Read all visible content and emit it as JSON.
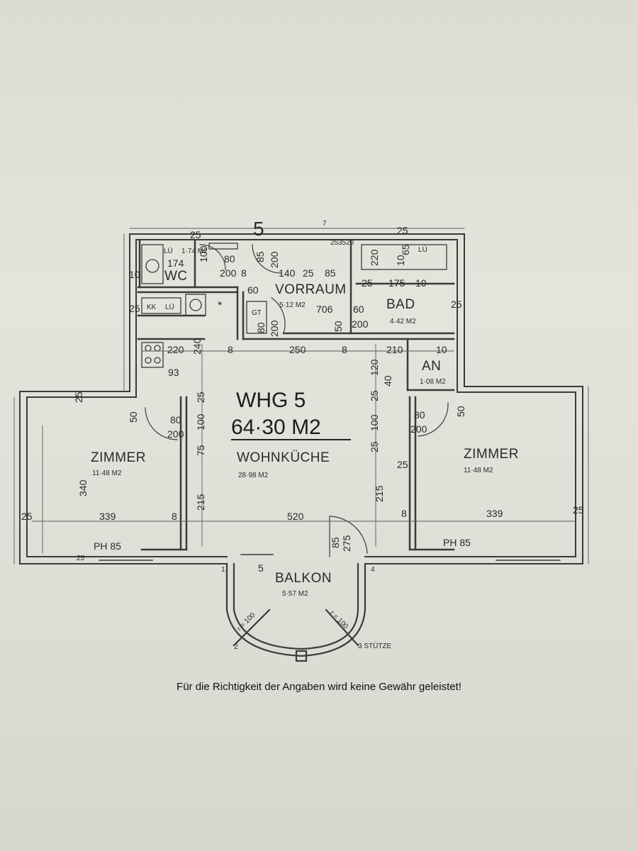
{
  "plan": {
    "stair_number": "5",
    "unit_title": "WHG 5",
    "unit_area": "64·30 M2",
    "rooms": {
      "wc": {
        "name": "WC",
        "area": "1·74 M2",
        "fixture": "LÜ"
      },
      "vorraum": {
        "name": "VORRAUM",
        "area": "5·12 M2"
      },
      "bad": {
        "name": "BAD",
        "area": "4·42 M2",
        "fixture": "LÜ"
      },
      "an": {
        "name": "AN",
        "area": "1·08 M2"
      },
      "wohnkueche": {
        "name": "WOHNKÜCHE",
        "area": "28·98 M2"
      },
      "zimmer_left": {
        "name": "ZIMMER",
        "area": "11·48 M2"
      },
      "zimmer_right": {
        "name": "ZIMMER",
        "area": "11·48 M2"
      },
      "balkon": {
        "name": "BALKON",
        "area": "5·57 M2"
      }
    },
    "fixtures": {
      "gt": "GT",
      "kk": "KK",
      "lu": "LÜ",
      "star": "*"
    },
    "dims": {
      "top_25": "25",
      "top_7": "7",
      "top_25b": "25",
      "top_35": "35",
      "top_20": "20",
      "top_25c": "25",
      "wc_174": "174",
      "wc_100": "100",
      "wc_10": "10",
      "wc_25": "25",
      "d80_200_a1": "80",
      "d80_200_a2": "200",
      "d8": "8",
      "d85_200_1": "85",
      "d85_200_2": "200",
      "d140": "140",
      "d25a": "25",
      "d85": "85",
      "d60a": "60",
      "d706": "706",
      "d60b": "60",
      "d80_200_b1": "80",
      "d80_200_b2": "200",
      "d50": "50",
      "d200": "200",
      "bad_220": "220",
      "bad_10": "10",
      "bad_65": "65",
      "bad_25": "25",
      "bad_175": "175",
      "bad_10b": "10",
      "right_25": "25",
      "k220": "220",
      "k240": "240",
      "k8a": "8",
      "k250": "250",
      "k8b": "8",
      "k210": "210",
      "k10": "10",
      "k93": "93",
      "k120": "120",
      "k40": "40",
      "k25left": "25",
      "m25": "25",
      "m100": "100",
      "m75": "75",
      "m215": "215",
      "r100": "100",
      "r25": "25",
      "r25b": "25",
      "r215": "215",
      "r25c": "25",
      "zl_50": "50",
      "zl_80": "80",
      "zl_200": "200",
      "zl_340": "340",
      "zl_339": "339",
      "zl_8": "8",
      "zl_25": "25",
      "zr_50": "50",
      "zr_80": "80",
      "zr_200": "200",
      "zr_339": "339",
      "zr_8": "8",
      "zr_25": "25",
      "k520": "520",
      "k85": "85",
      "k275": "275",
      "ph_left": "PH 85",
      "ph_right": "PH 85",
      "b1": "1",
      "b5": "5",
      "b4": "4",
      "b2": "2",
      "b3": "3 STÜTZE",
      "r_left": "r = 100",
      "r_right": "r = 100",
      "w25": "25"
    }
  },
  "disclaimer": "Für die Richtigkeit der Angaben wird keine Gewähr geleistet!"
}
